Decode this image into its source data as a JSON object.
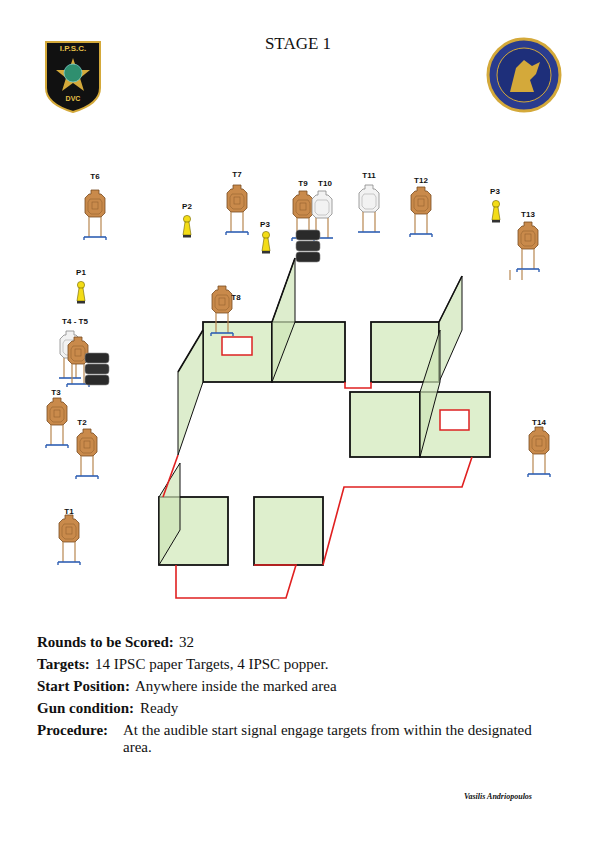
{
  "diagram": {
    "title": "STAGE 1",
    "labels": [
      "I.P.S.C.",
      "DVC",
      "T6",
      "P2",
      "T7",
      "P3",
      "T9",
      "T10",
      "T11",
      "T12",
      "P3",
      "T13",
      "P1",
      "T4  - T5",
      "T8",
      "T3",
      "T2",
      "T1",
      "T14",
      "Rounds to be Scored:",
      "32",
      "Targets:",
      "14 IPSC paper Targets, 4 IPSC popper.",
      "Start Position:",
      "Anywhere inside the marked area",
      "Gun condition:",
      "Ready",
      "Procedure:",
      "At the audible start signal engage targets from within the designated area.",
      "Vasilis Andriopoulos"
    ]
  }
}
